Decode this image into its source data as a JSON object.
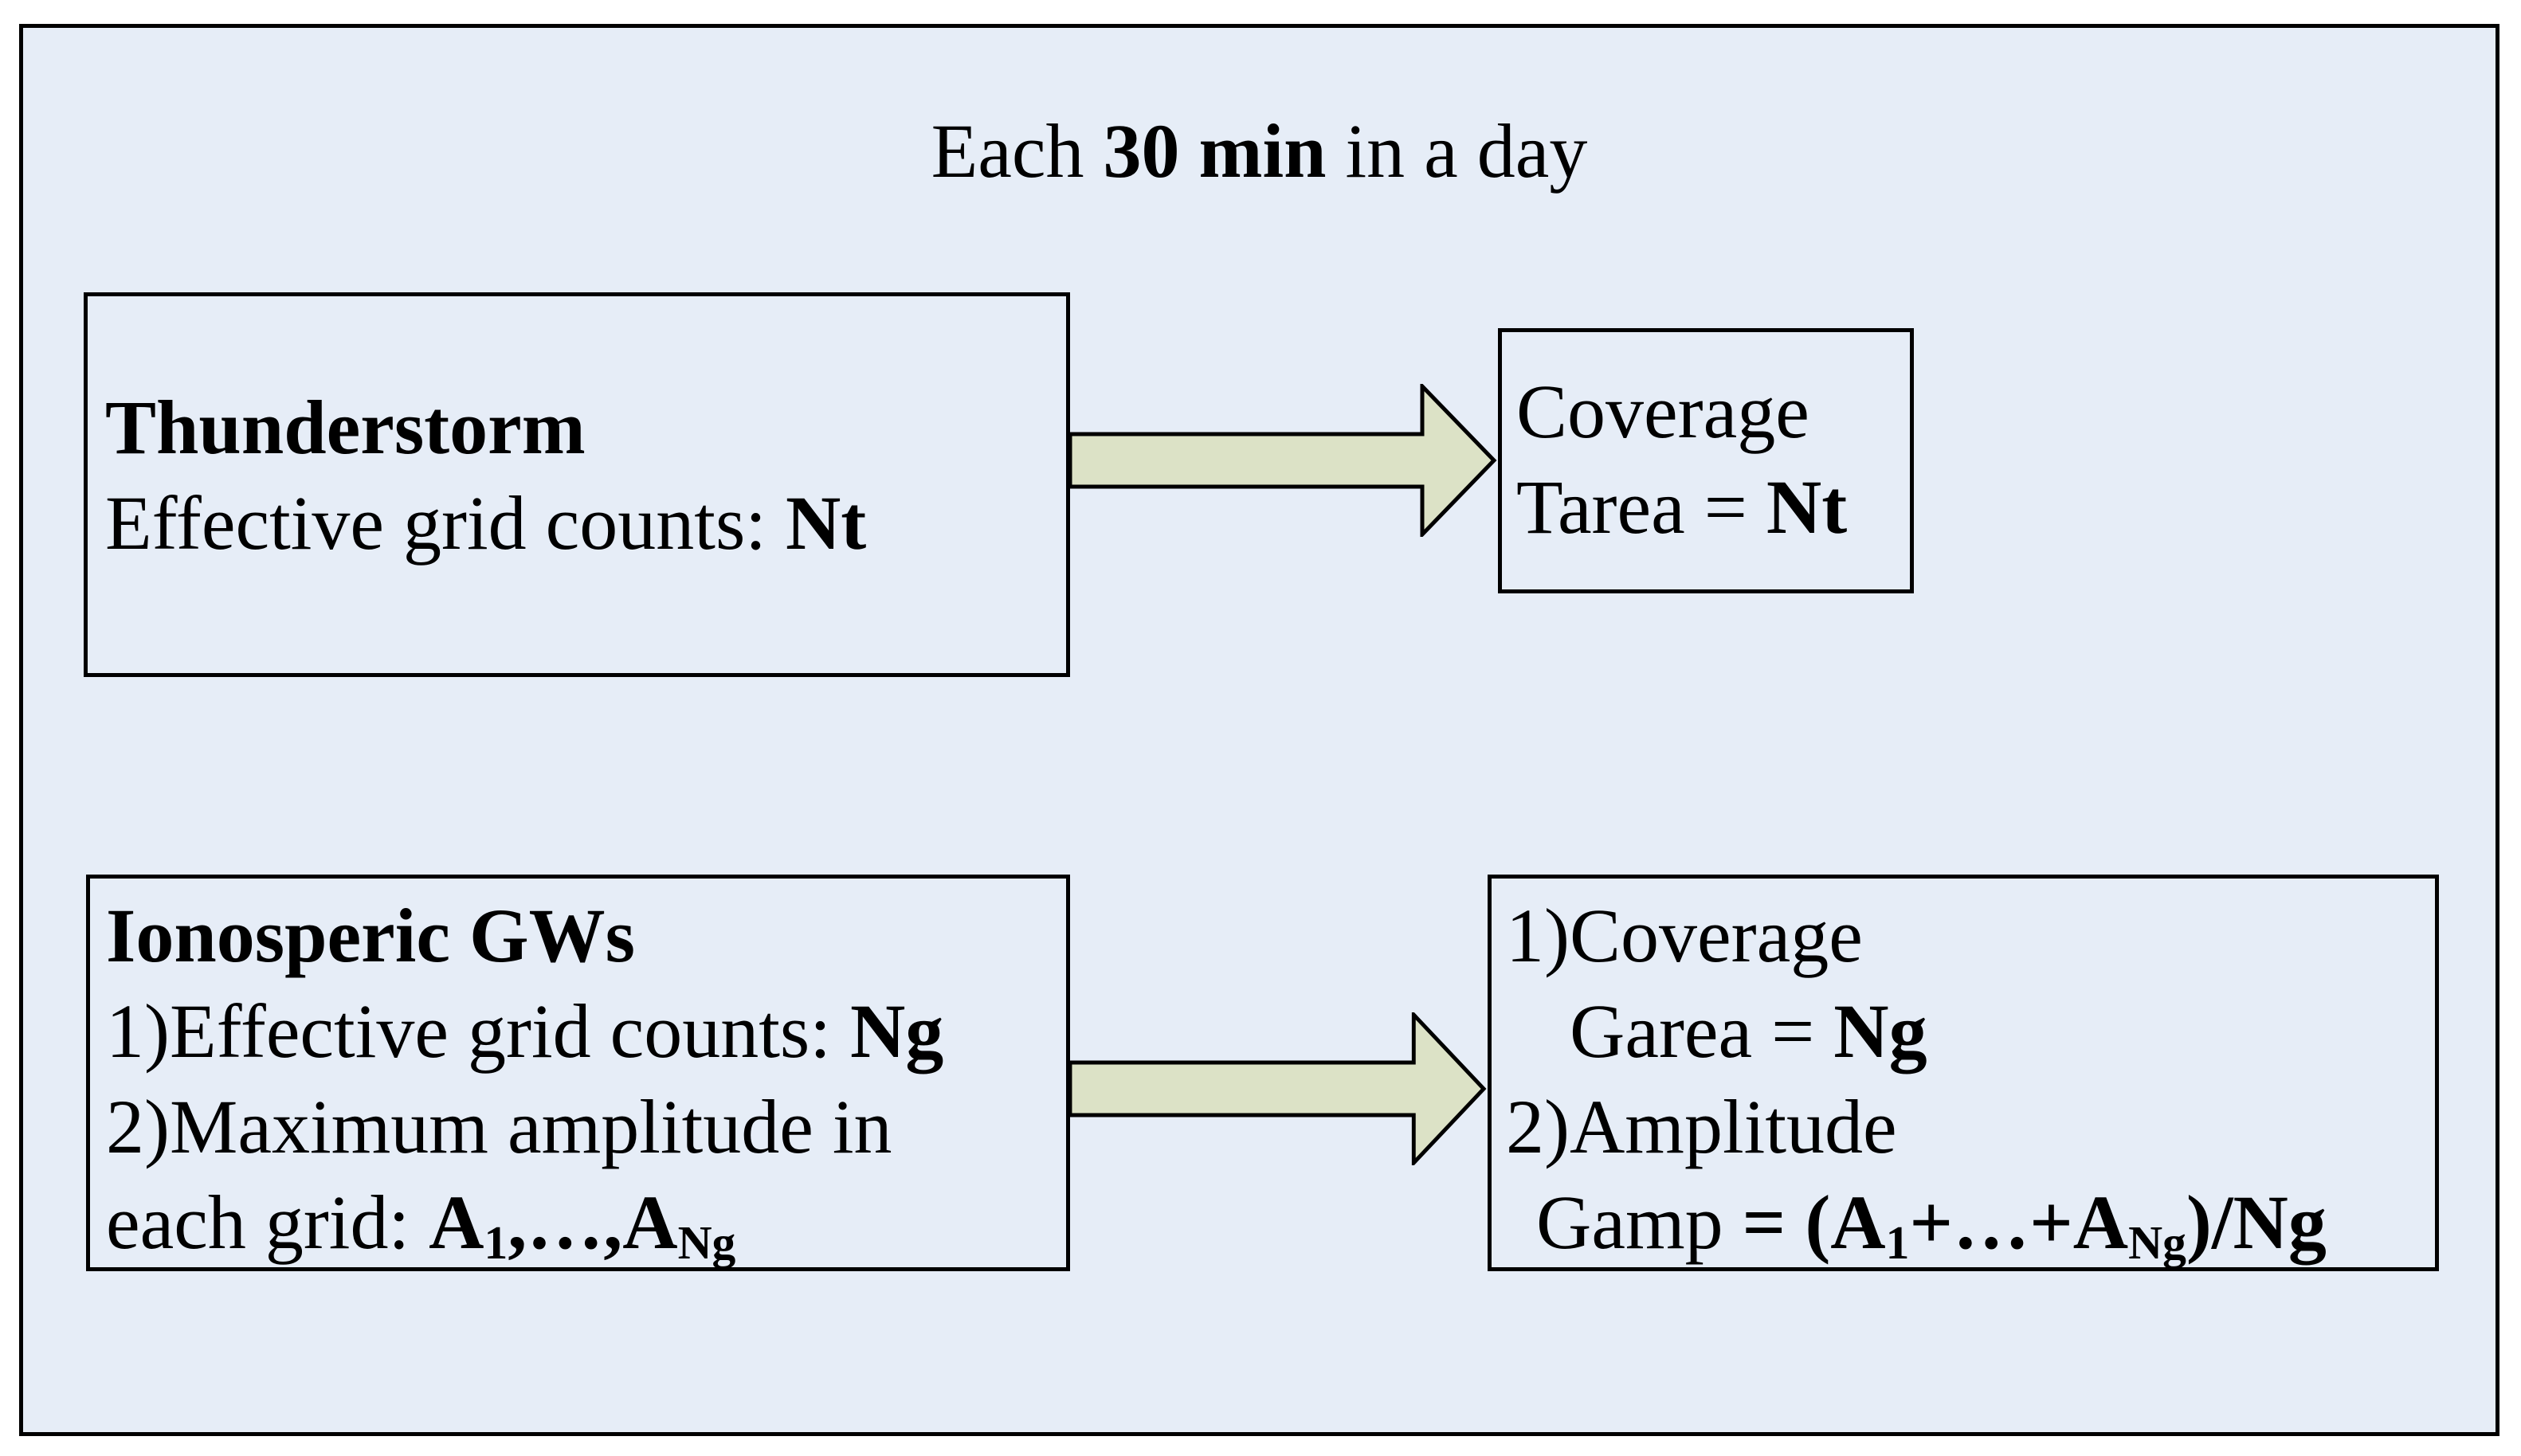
{
  "colors": {
    "page_margin": "#FFFFFF",
    "canvas_background": "#E6EDF7",
    "border": "#000000",
    "text": "#000000",
    "arrow_fill": "#DCE2C6"
  },
  "header": {
    "title_prefix": "Each ",
    "title_bold": "30 min",
    "title_suffix": " in a day"
  },
  "thunderstorm_box": {
    "heading": "Thunderstorm",
    "counts_label": "Effective grid counts: ",
    "counts_value": "Nt"
  },
  "coverage_tarea_box": {
    "line1": "Coverage",
    "formula_label": "Tarea = ",
    "formula_value": "Nt"
  },
  "ionospheric_box": {
    "heading": "Ionosperic GWs",
    "item1_label": "1)Effective grid counts: ",
    "item1_value": "Ng",
    "item2_line1": "2)Maximum amplitude in",
    "item2_line2_label": "each grid: ",
    "amplitude_list": {
      "symbol_first": "A",
      "sub_first": "1",
      "separator": ",…,A",
      "sub_last": "Ng"
    }
  },
  "coverage_gamp_box": {
    "item1_label": "1)Coverage",
    "garea_label": "Garea = ",
    "garea_value": "Ng",
    "item2_label": "2)Amplitude",
    "gamp_label": "Gamp ",
    "gamp_formula": {
      "eq_open": "= (A",
      "sub_first": "1",
      "middle": "+…+A",
      "sub_last": "Ng",
      "close": ")/Ng"
    }
  }
}
